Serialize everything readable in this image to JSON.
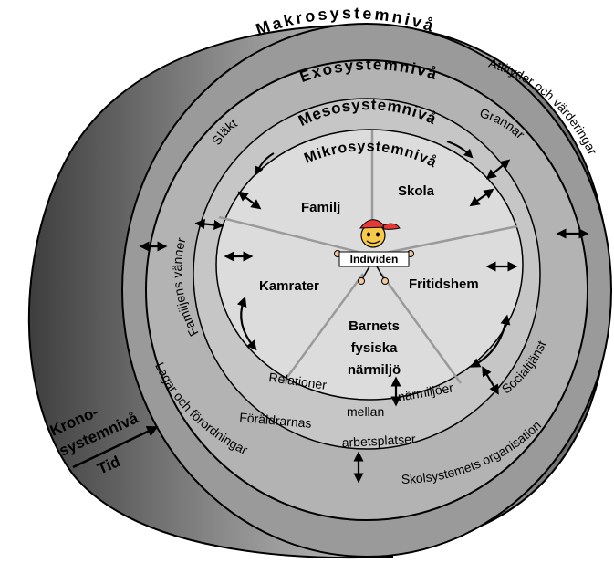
{
  "diagram": {
    "levels": {
      "makro": "Makrosystemnivå",
      "exo": "Exosystemnivå",
      "meso": "Mesosystemnivå",
      "mikro": "Mikrosystemnivå",
      "krono": "Krono-systemnivå",
      "krono_line1": "Krono-",
      "krono_line2": "systemnivå",
      "tid": "Tid"
    },
    "makro_items": {
      "attityder": "Attityder och värderingar",
      "lagar": "Lagar och förordningar",
      "skolsystemets": "Skolsystemets organisation"
    },
    "exo_items": {
      "slakt": "Släkt",
      "grannar": "Grannar",
      "familjens_vanner": "Familjens vänner",
      "socialtjanst": "Socialtjänst",
      "foraldrarnas_line1": "Föräldrarnas",
      "foraldrarnas_line2": "arbetsplatser"
    },
    "meso_item": {
      "rel_line1": "Relationer",
      "rel_line2": "mellan",
      "rel_line3": "närmiljöer"
    },
    "mikro_sectors": {
      "familj": "Familj",
      "skola": "Skola",
      "kamrater": "Kamrater",
      "fritidshem": "Fritidshem",
      "barnets_line1": "Barnets",
      "barnets_line2": "fysiska",
      "barnets_line3": "närmiljö"
    },
    "center": "Individen",
    "colors": {
      "cylinder_dark": "#474747",
      "cylinder_light": "#bdbdbd",
      "macro_ring": "#9a9a9a",
      "exo_ring": "#b3b3b3",
      "meso_ring": "#c6c6c6",
      "micro_disk": "#dcdcdc",
      "cap": "#e53935"
    }
  }
}
